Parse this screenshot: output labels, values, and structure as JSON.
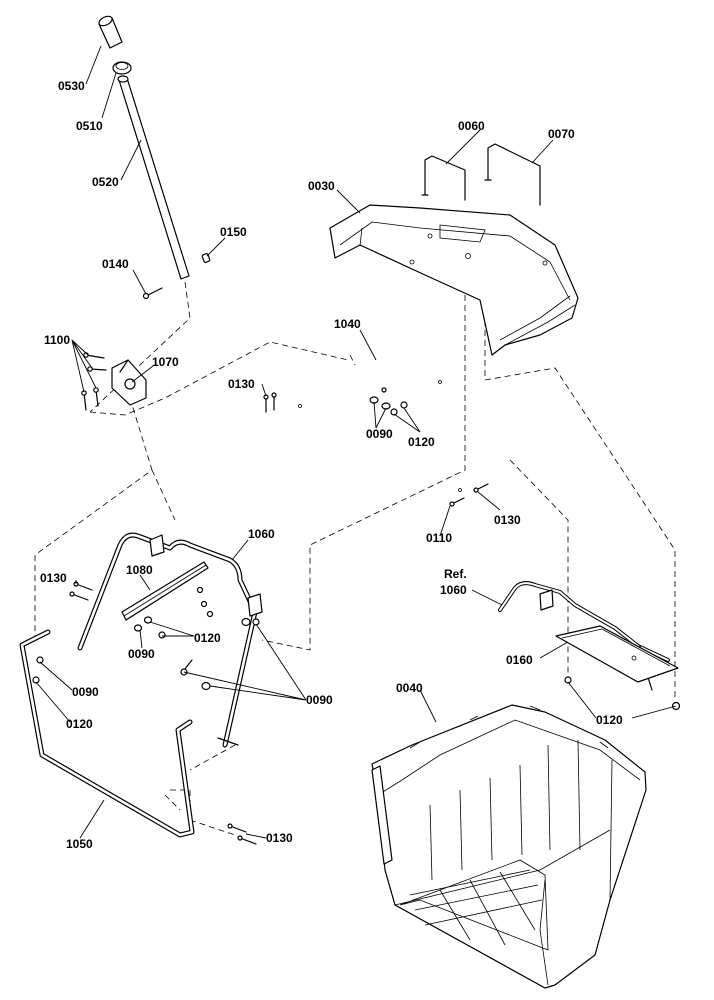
{
  "callouts": [
    {
      "id": "c0530",
      "text": "0530"
    },
    {
      "id": "c0510",
      "text": "0510"
    },
    {
      "id": "c0520",
      "text": "0520"
    },
    {
      "id": "c0140",
      "text": "0140"
    },
    {
      "id": "c0150",
      "text": "0150"
    },
    {
      "id": "c0060",
      "text": "0060"
    },
    {
      "id": "c0070",
      "text": "0070"
    },
    {
      "id": "c0030",
      "text": "0030"
    },
    {
      "id": "c1100",
      "text": "1100"
    },
    {
      "id": "c1070",
      "text": "1070"
    },
    {
      "id": "c1040",
      "text": "1040"
    },
    {
      "id": "c0130a",
      "text": "0130"
    },
    {
      "id": "c0090a",
      "text": "0090"
    },
    {
      "id": "c0120a",
      "text": "0120"
    },
    {
      "id": "c0110",
      "text": "0110"
    },
    {
      "id": "c0130b",
      "text": "0130"
    },
    {
      "id": "c1060",
      "text": "1060"
    },
    {
      "id": "c0130c",
      "text": "0130"
    },
    {
      "id": "c1080",
      "text": "1080"
    },
    {
      "id": "c0120b",
      "text": "0120"
    },
    {
      "id": "c0090b",
      "text": "0090"
    },
    {
      "id": "c0090c",
      "text": "0090"
    },
    {
      "id": "c0120c",
      "text": "0120"
    },
    {
      "id": "c0090d",
      "text": "0090"
    },
    {
      "id": "c1050",
      "text": "1050"
    },
    {
      "id": "c0130d",
      "text": "0130"
    },
    {
      "id": "cref",
      "text": "Ref."
    },
    {
      "id": "c1060b",
      "text": "1060"
    },
    {
      "id": "c0160",
      "text": "0160"
    },
    {
      "id": "c0040",
      "text": "0040"
    },
    {
      "id": "c0120d",
      "text": "0120"
    }
  ]
}
